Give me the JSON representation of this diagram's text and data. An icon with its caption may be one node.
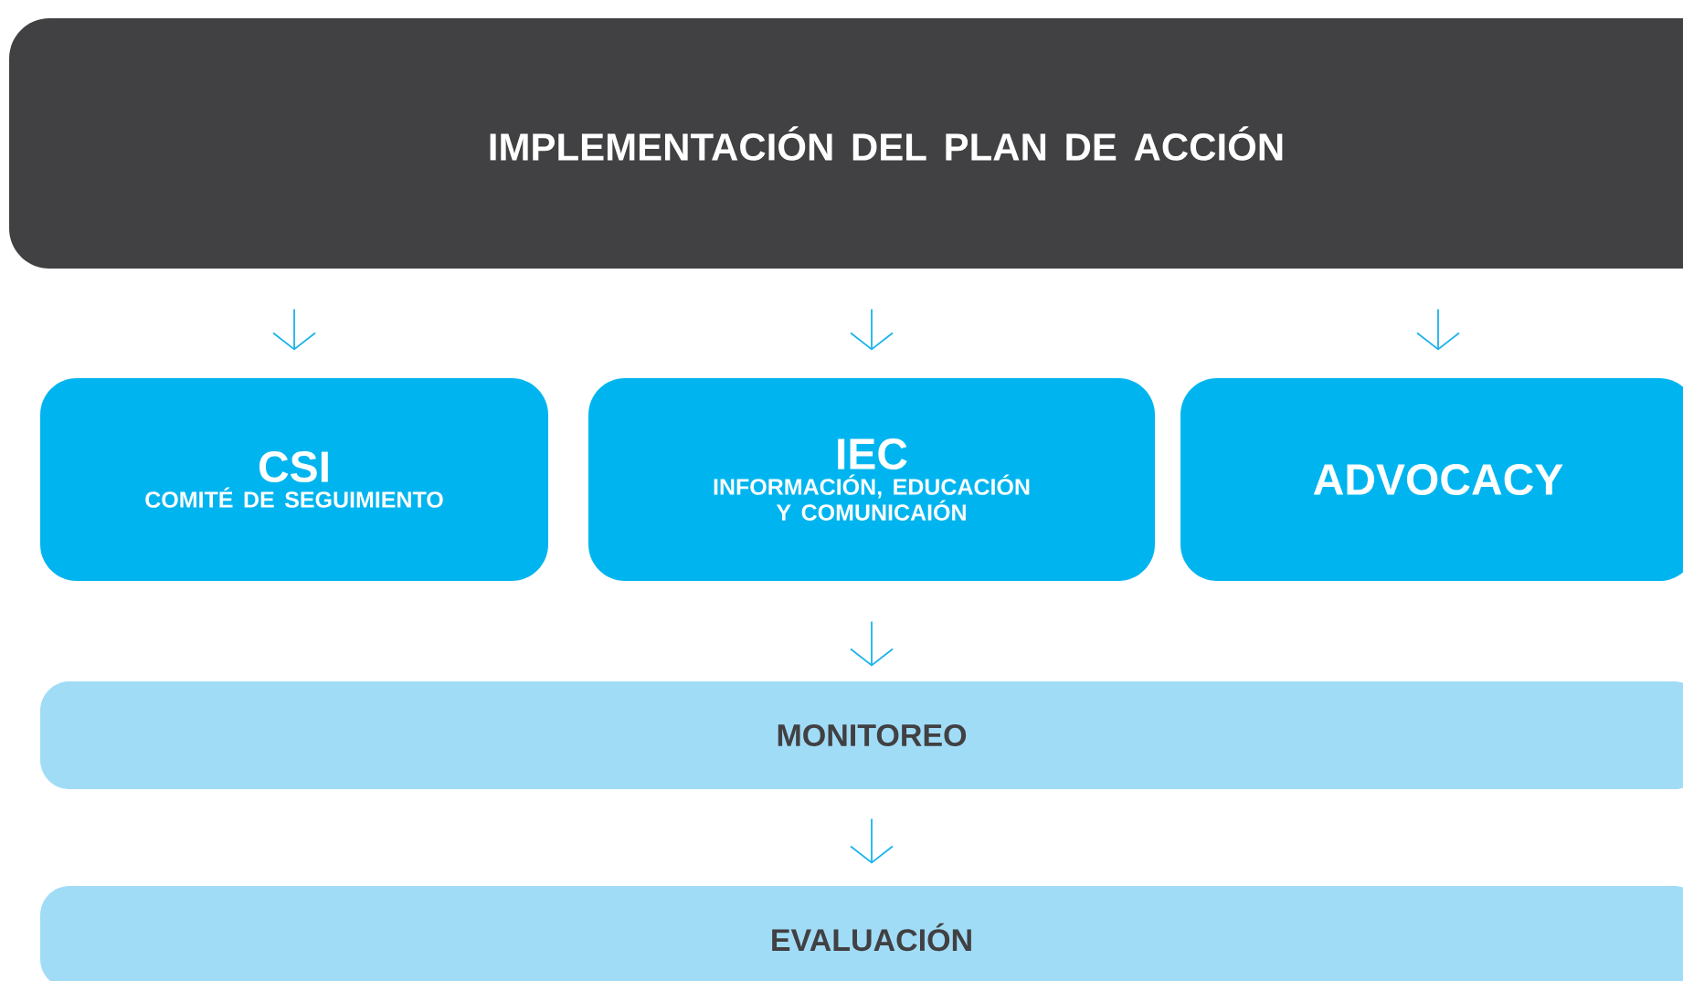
{
  "diagram": {
    "nodes": [
      {
        "text": [
          "IMPLEMENTACIÓN DEL PLAN DE ACCIÓN"
        ]
      },
      {
        "text": [
          "CSI",
          "COMITÉ DE SEGUIMIENTO"
        ]
      },
      {
        "text": [
          "IEC",
          "INFORMACIÓN, EDUCACIÓN Y COMUNICAIÓN"
        ]
      },
      {
        "text": [
          "ADVOCACY"
        ]
      },
      {
        "text": [
          "MONITOREO"
        ]
      },
      {
        "text": [
          "EVALUACIÓN"
        ]
      }
    ],
    "edges": [
      {
        "from": 0,
        "to": 1,
        "arrow": "to"
      },
      {
        "from": 0,
        "to": 2,
        "arrow": "to"
      },
      {
        "from": 0,
        "to": 3,
        "arrow": "to"
      },
      {
        "from": 2,
        "to": 4,
        "arrow": "to"
      },
      {
        "from": 4,
        "to": 5,
        "arrow": "to"
      }
    ]
  }
}
